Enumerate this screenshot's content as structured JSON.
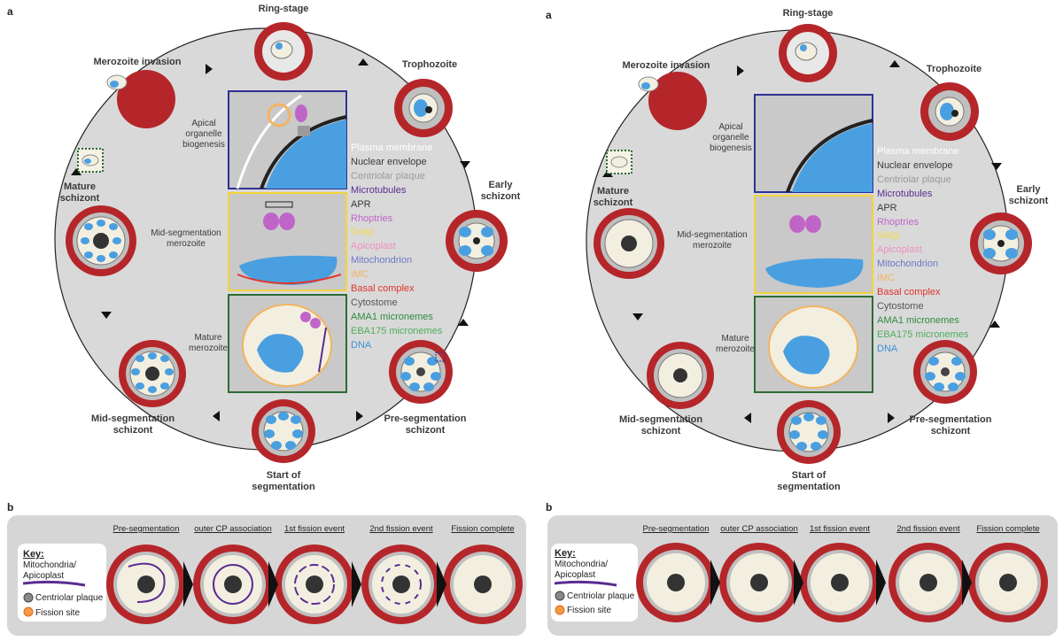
{
  "panel_a": {
    "letter": "a",
    "stages": {
      "ring": "Ring-stage",
      "trophozoite": "Trophozoite",
      "early_schizont": "Early\nschizont",
      "pre_segmentation": "Pre-segmentation\nschizont",
      "start_segmentation": "Start of\nsegmentation",
      "mid_segmentation": "Mid-segmentation\nschizont",
      "mature_schizont": "Mature\nschizont",
      "merozoite_invasion": "Merozoite invasion"
    },
    "insets": {
      "apical": "Apical\norganelle\nbiogenesis",
      "mid_merozoite": "Mid-segmentation\nmerozoite",
      "mature_merozoite": "Mature\nmerozoite"
    },
    "legend": {
      "plasma_membrane": "Plasma membrane",
      "nuclear_envelope": "Nuclear envelope",
      "centriolar_plaque": "Centriolar plaque",
      "microtubules": "Microtubules",
      "apr": "APR",
      "rhoptries": "Rhoptries",
      "golgi": "Golgi",
      "apicoplast": "Apicoplast",
      "mitochondrion": "Mitochondrion",
      "imc": "IMC",
      "basal_complex": "Basal complex",
      "cytostome": "Cytostome",
      "ama1": "AMA1 micronemes",
      "eba175": "EBA175 micronemes",
      "dna": "DNA"
    },
    "colors": {
      "rbc": "#b5262a",
      "cycle_bg": "#d9d9d9",
      "apical_frame": "#2e3192",
      "mid_frame": "#f2d43c",
      "mature_frame": "#2e6b34",
      "nucleus": "#4a9fe0"
    }
  },
  "panel_b": {
    "letter": "b",
    "stages": [
      "Pre-segmentation",
      "outer CP association",
      "1st fission event",
      "2nd fission event",
      "Fission complete"
    ],
    "key": {
      "title": "Key:",
      "mito": "Mitochondria/\nApicoplast",
      "cp": "Centriolar plaque",
      "fission": "Fission site"
    }
  }
}
